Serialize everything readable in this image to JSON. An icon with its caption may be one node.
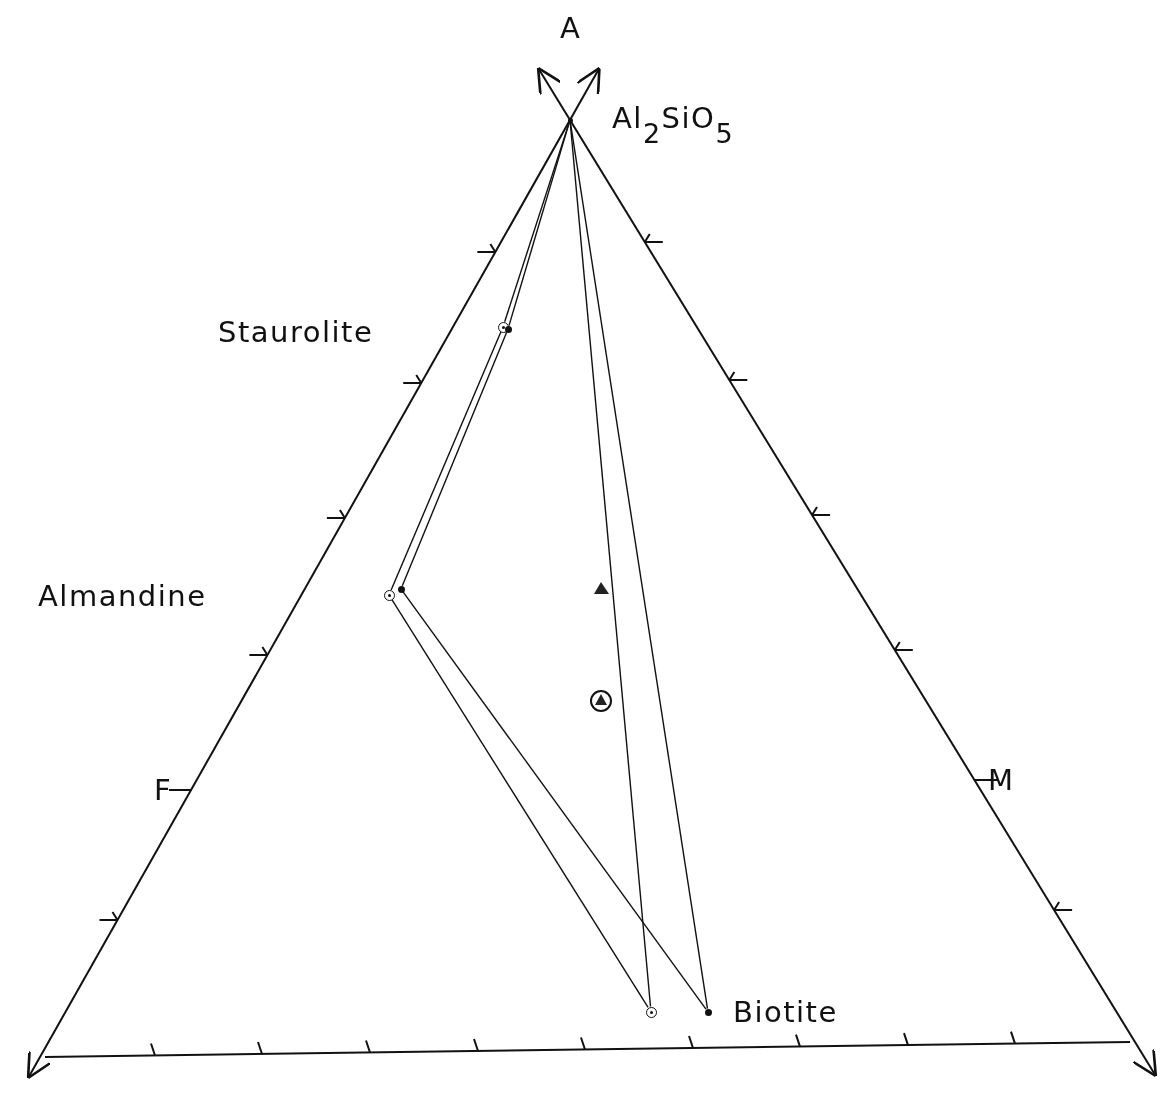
{
  "diagram": {
    "nodes": [
      {
        "text": [],
        "shape": "point",
        "beside": [
          "Al$_{2}$SiO$_{5}$"
        ]
      },
      {
        "text": [],
        "shape": "circle"
      },
      {
        "text": [],
        "shape": "dot"
      },
      {
        "text": [],
        "shape": "circle"
      },
      {
        "text": [],
        "shape": "dot"
      },
      {
        "text": [],
        "shape": "circle"
      },
      {
        "text": [],
        "shape": "dot",
        "beside": [
          "Biotite"
        ]
      }
    ],
    "edges": [
      {
        "from": 0,
        "to": 1,
        "arrow": "none"
      },
      {
        "from": 0,
        "to": 2,
        "arrow": "none"
      },
      {
        "from": 1,
        "to": 3,
        "arrow": "none"
      },
      {
        "from": 2,
        "to": 4,
        "arrow": "none"
      },
      {
        "from": 3,
        "to": 5,
        "arrow": "none"
      },
      {
        "from": 4,
        "to": 6,
        "arrow": "none"
      },
      {
        "from": 0,
        "to": 5,
        "arrow": "none"
      },
      {
        "from": 0,
        "to": 6,
        "arrow": "none"
      }
    ],
    "labels": [
      "A",
      "Staurolite",
      "Almandine",
      "F",
      "M"
    ]
  }
}
